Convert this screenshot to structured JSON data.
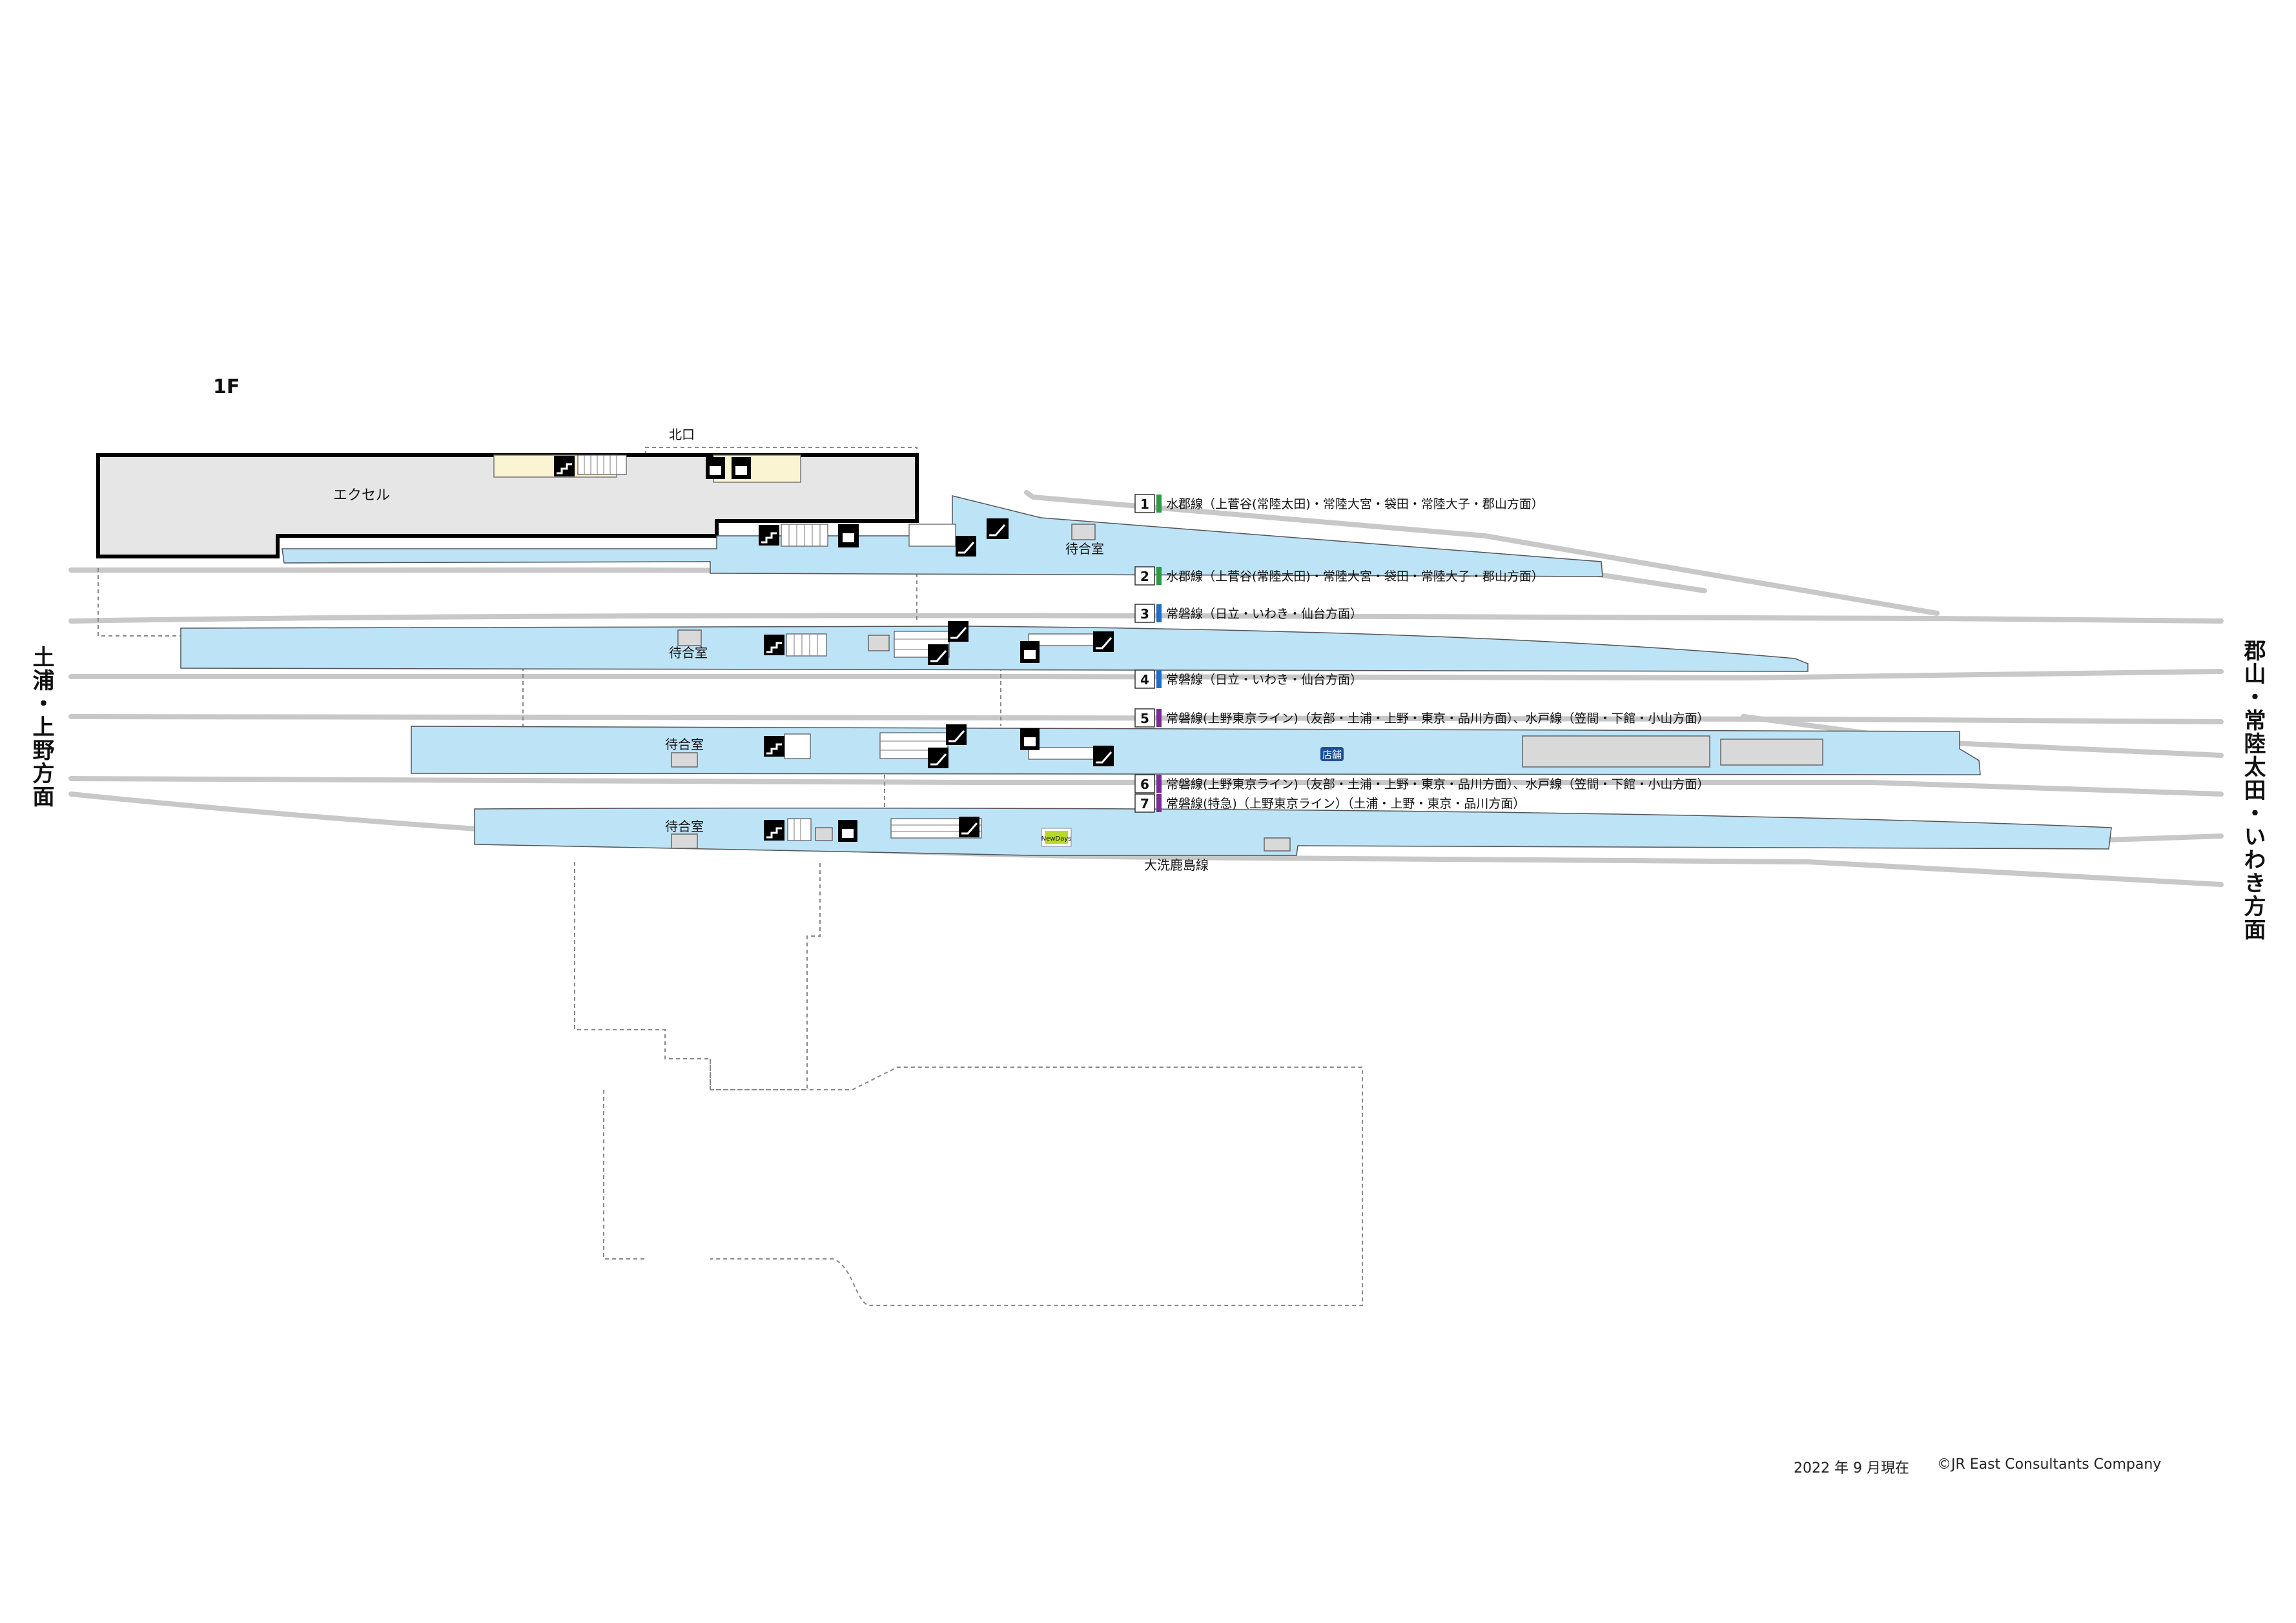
{
  "floor_label": "1F",
  "building": {
    "name": "エクセル"
  },
  "exit": {
    "north": "北口"
  },
  "directions": {
    "left": "土浦・上野方面",
    "right": "郡山・常陸太田・いわき方面"
  },
  "waiting_room": "待合室",
  "shop": "店舗",
  "newdays": "NewDays",
  "tracks": [
    {
      "number": "1",
      "color": "#2e9a46",
      "text": "水郡線（上菅谷(常陸太田)・常陸大宮・袋田・常陸大子・郡山方面）"
    },
    {
      "number": "2",
      "color": "#2e9a46",
      "text": "水郡線（上菅谷(常陸太田)・常陸大宮・袋田・常陸大子・郡山方面）"
    },
    {
      "number": "3",
      "color": "#1f6fc0",
      "text": "常磐線（日立・いわき・仙台方面）"
    },
    {
      "number": "4",
      "color": "#1f6fc0",
      "text": "常磐線（日立・いわき・仙台方面）"
    },
    {
      "number": "5",
      "color": "#7b2c96",
      "text": "常磐線(上野東京ライン)（友部・土浦・上野・東京・品川方面）、水戸線（笠間・下館・小山方面）"
    },
    {
      "number": "6",
      "color": "#7b2c96",
      "text": "常磐線(上野東京ライン)（友部・土浦・上野・東京・品川方面）、水戸線（笠間・下館・小山方面）"
    },
    {
      "number": "7",
      "color": "#7b2c96",
      "text": "常磐線(特急)（上野東京ライン）（土浦・上野・東京・品川方面）"
    }
  ],
  "line_oarai": "大洗鹿島線",
  "footer": {
    "date": "2022 年 9 月現在",
    "copyright": "©JR East Consultants Company"
  },
  "colors": {
    "platform": "#bde3f7",
    "building": "#e6e6e6",
    "track": "#c8c8c8",
    "shopfloor": "#fbf4d3",
    "wall": "#000000"
  }
}
